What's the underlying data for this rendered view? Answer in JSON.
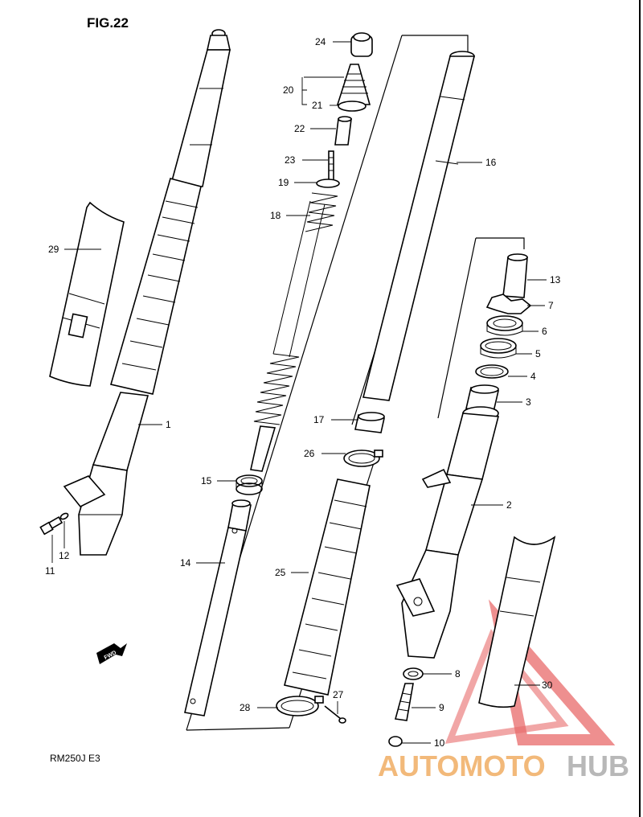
{
  "figure": {
    "title": "FIG.22",
    "model": "RM250J  E3",
    "direction": "FWD"
  },
  "watermark": {
    "text_a": "AUTOMOTO",
    "text_b": "HUB",
    "accent": "#e86a6a",
    "accent2": "#f2b97a"
  },
  "labels": {
    "p1": "1",
    "p2": "2",
    "p3": "3",
    "p4": "4",
    "p5": "5",
    "p6": "6",
    "p7": "7",
    "p8": "8",
    "p9": "9",
    "p10": "10",
    "p11": "11",
    "p12": "12",
    "p13": "13",
    "p14": "14",
    "p15": "15",
    "p16": "16",
    "p17": "17",
    "p18": "18",
    "p19": "19",
    "p20": "20",
    "p21": "21",
    "p22": "22",
    "p23": "23",
    "p24": "24",
    "p25": "25",
    "p26": "26",
    "p27": "27",
    "p28": "28",
    "p29": "29",
    "p30": "30"
  }
}
